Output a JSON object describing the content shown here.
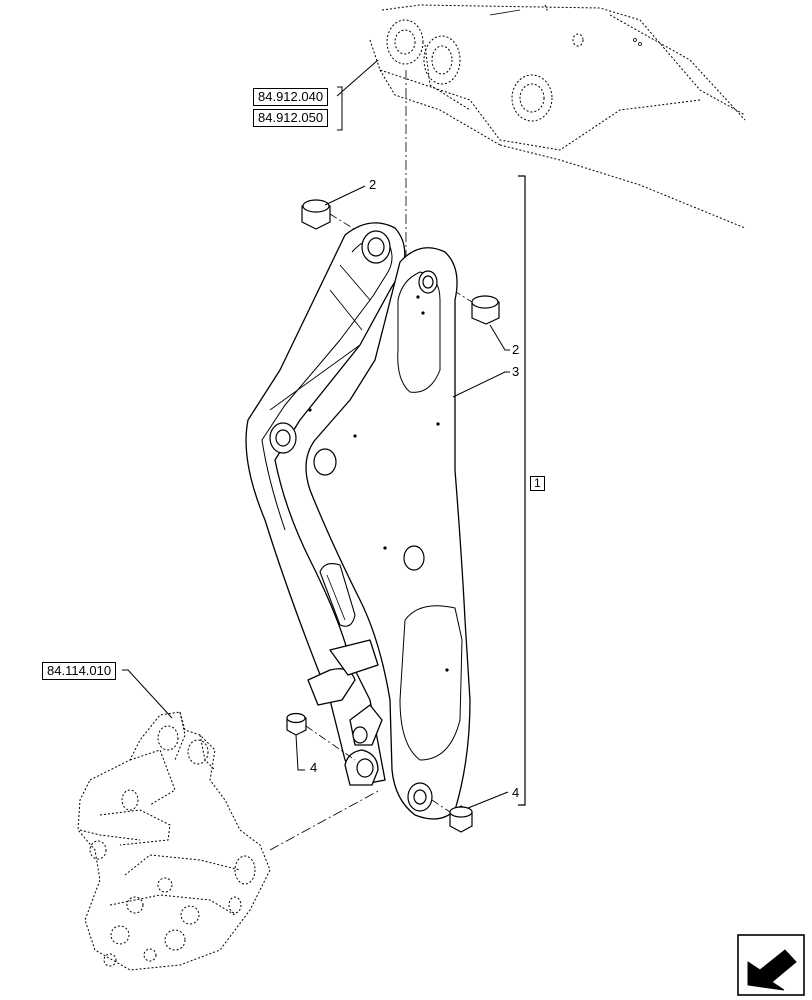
{
  "references": {
    "ref_top_1": "84.912.040",
    "ref_top_2": "84.912.050",
    "ref_bottom": "84.114.010"
  },
  "callouts": {
    "bushing_top_left": "2",
    "bushing_top_right": "2",
    "boom_arm": "3",
    "assembly": "1",
    "bushing_bottom_left": "4",
    "bushing_bottom_right": "4"
  },
  "icons": {
    "nav_arrow": "next-page-arrow-icon"
  },
  "colors": {
    "line": "#000000",
    "background": "#ffffff"
  }
}
